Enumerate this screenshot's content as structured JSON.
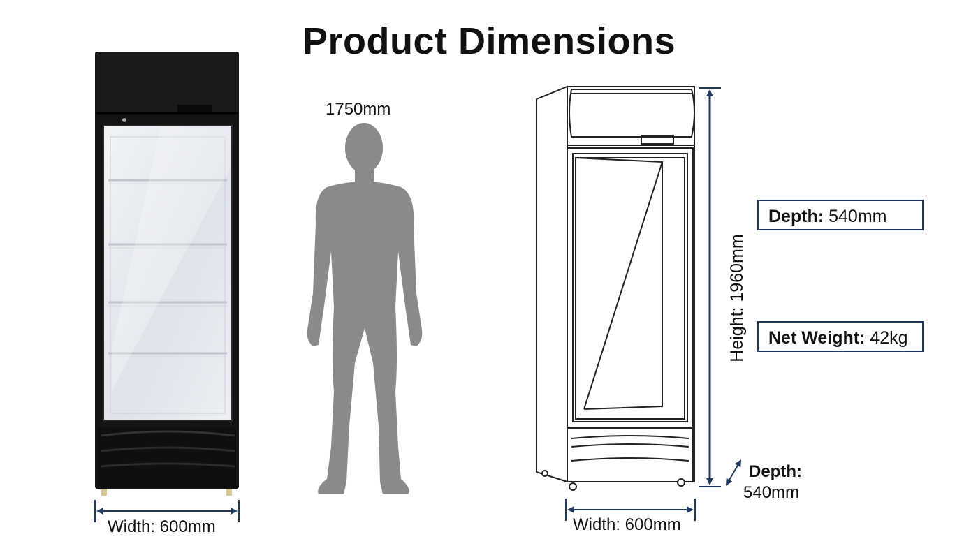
{
  "title": "Product Dimensions",
  "person": {
    "height_label": "1750mm"
  },
  "fridge_photo": {
    "width_label": "Width: 600mm"
  },
  "fridge_drawing": {
    "width_label": "Width: 600mm",
    "height_label": "Height: 1960mm",
    "depth_title": "Depth:",
    "depth_value": "540mm"
  },
  "specs": {
    "depth": {
      "label": "Depth:",
      "value": "540mm"
    },
    "net_weight": {
      "label": "Net Weight:",
      "value": "42kg"
    }
  },
  "colors": {
    "dimension_line": "#1f3a5c",
    "fridge_body": "#141414",
    "silhouette": "#8a8a8a"
  }
}
